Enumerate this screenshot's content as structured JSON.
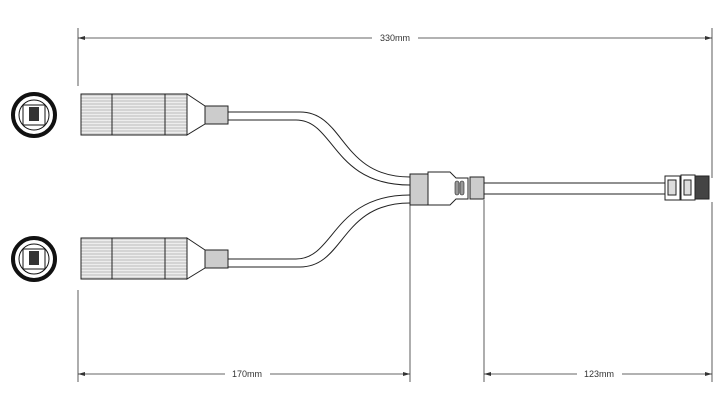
{
  "dimensions": {
    "total_length": "330mm",
    "branch_length": "170mm",
    "tail_length": "123mm"
  },
  "colors": {
    "line": "#222222",
    "body_fill": "#d0d0d0",
    "background": "#ffffff"
  }
}
